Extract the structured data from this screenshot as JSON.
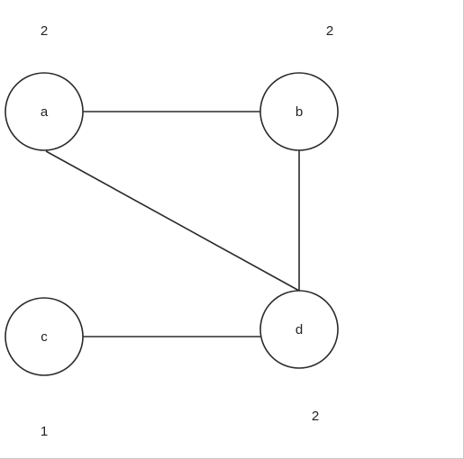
{
  "graph": {
    "nodes": [
      {
        "id": "a",
        "label": "a",
        "degree": "2"
      },
      {
        "id": "b",
        "label": "b",
        "degree": "2"
      },
      {
        "id": "c",
        "label": "c",
        "degree": "1"
      },
      {
        "id": "d",
        "label": "d",
        "degree": "2"
      }
    ],
    "edges": [
      {
        "from": "a",
        "to": "b"
      },
      {
        "from": "a",
        "to": "d"
      },
      {
        "from": "b",
        "to": "d"
      },
      {
        "from": "c",
        "to": "d"
      }
    ]
  }
}
